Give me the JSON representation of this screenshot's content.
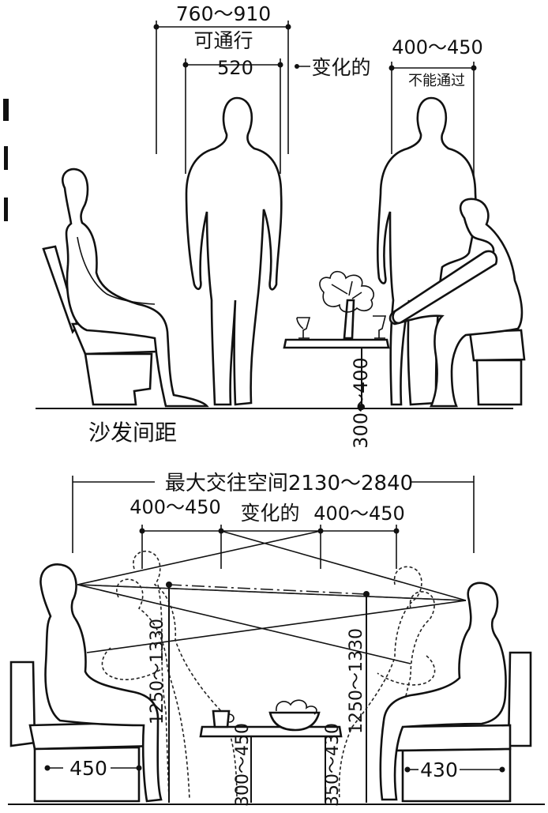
{
  "top": {
    "aisle_width": "760～910",
    "passable": "可通行",
    "body_width": "520",
    "variable": "变化的",
    "table_clearance": "400～450",
    "not_passable": "不能通过",
    "table_height": "300～400",
    "caption": "沙发间距"
  },
  "bottom": {
    "max_space": "最大交往空间2130～2840",
    "left_variable": "400～450",
    "right_variable_label": "变化的",
    "right_variable": "400～450",
    "left_eye_height": "1250～1330",
    "right_eye_height": "1250～1330",
    "left_table_height": "300～450",
    "right_table_height": "350～430",
    "left_seat_depth": "450",
    "right_seat_depth": "430"
  }
}
